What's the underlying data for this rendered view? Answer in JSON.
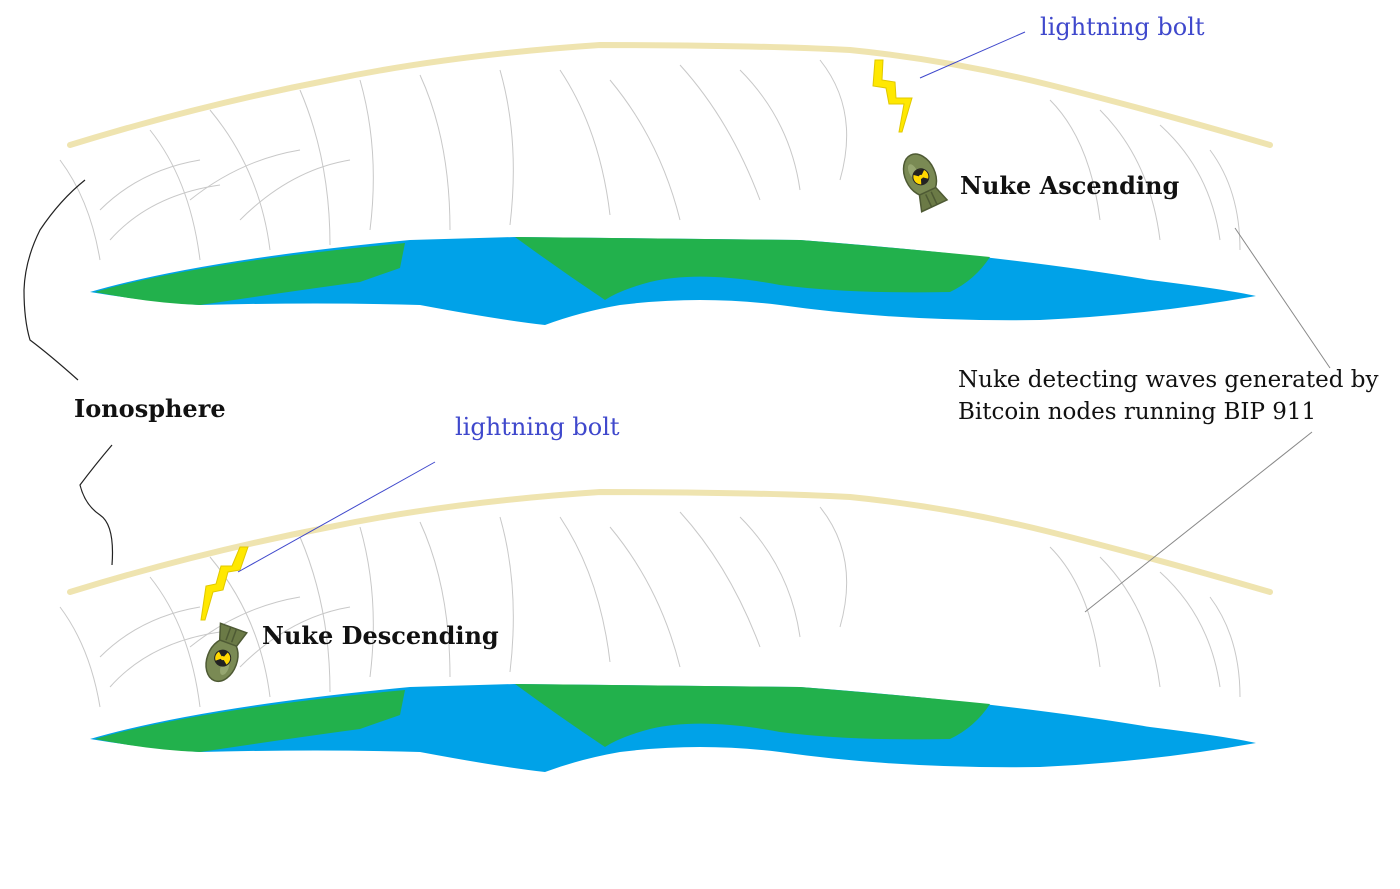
{
  "labels": {
    "lightning_top": "lightning bolt",
    "nuke_ascending": "Nuke Ascending",
    "ionosphere": "Ionosphere",
    "lightning_bottom": "lightning bolt",
    "waves_line1": "Nuke detecting waves generated by",
    "waves_line2": "Bitcoin nodes running BIP 911",
    "nuke_descending": "Nuke Descending"
  },
  "icons": {
    "nuke": "nuke-bomb-icon",
    "lightning": "lightning-bolt-icon"
  },
  "colors": {
    "ionosphere_arc": "#efe4b0",
    "land": "#22b14c",
    "ocean": "#00a2e8",
    "lightning": "#ffe800",
    "label_blue": "#3f48cc",
    "wave_lines": "#c8c8c8",
    "bomb_body": "#7a8a54"
  }
}
